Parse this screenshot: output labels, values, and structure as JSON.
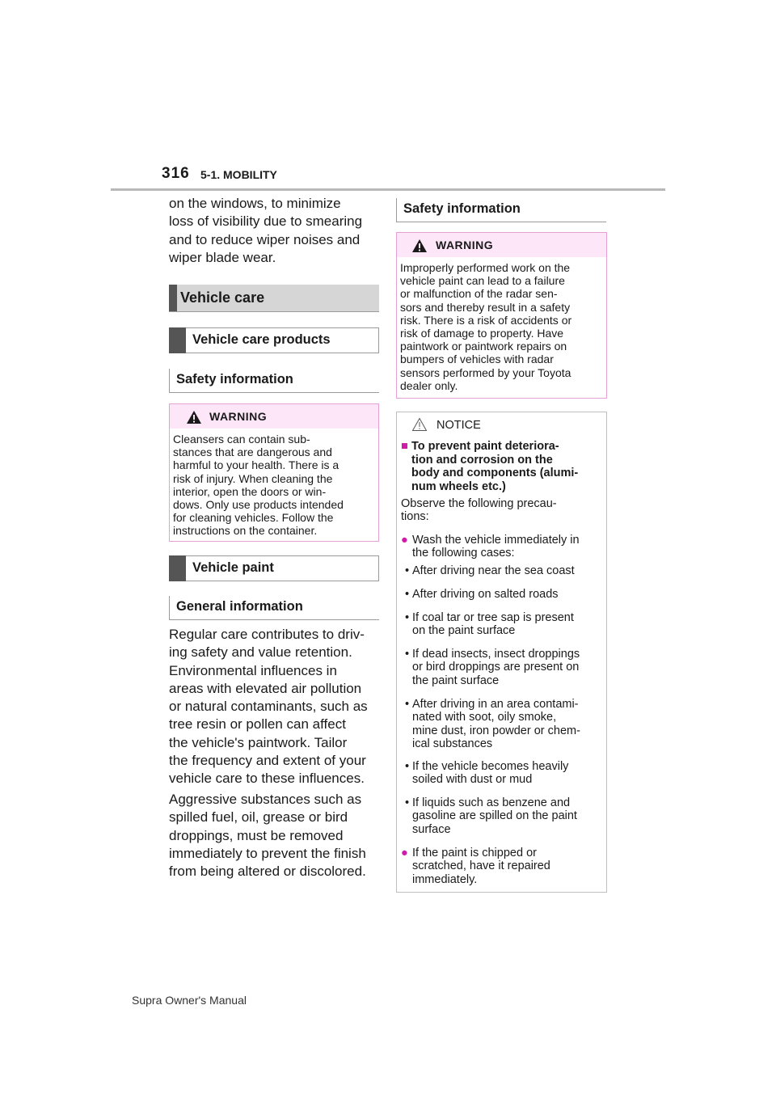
{
  "header": {
    "page_number": "316",
    "section": "5-1. MOBILITY"
  },
  "left": {
    "intro_lines": [
      "on the windows, to minimize",
      "loss of visibility due to smearing",
      "and to reduce wiper noises and",
      "wiper blade wear."
    ],
    "vehicle_care_heading": "Vehicle care",
    "products_heading": "Vehicle care products",
    "safety_heading": "Safety information",
    "warning": {
      "label": "WARNING",
      "lines": [
        "Cleansers can contain sub-",
        "stances that are dangerous and",
        "harmful to your health. There is a",
        "risk of injury. When cleaning the",
        "interior, open the doors or win-",
        "dows. Only use products intended",
        "for cleaning vehicles. Follow the",
        "instructions on the container."
      ]
    },
    "paint_heading": "Vehicle paint",
    "general_heading": "General information",
    "para1_lines": [
      "Regular care contributes to driv-",
      "ing safety and value retention.",
      "Environmental influences in",
      "areas with elevated air pollution",
      "or natural contaminants, such as",
      "tree resin or pollen can affect",
      "the vehicle's paintwork. Tailor",
      "the frequency and extent of your",
      "vehicle care to these influences."
    ],
    "para2_lines": [
      "Aggressive substances such as",
      "spilled fuel, oil, grease or bird",
      "droppings, must be removed",
      "immediately to prevent the finish",
      "from being altered or discolored."
    ]
  },
  "right": {
    "safety_heading": "Safety information",
    "warning": {
      "label": "WARNING",
      "lines": [
        "Improperly performed work on the",
        "vehicle paint can lead to a failure",
        "or malfunction of the radar sen-",
        "sors and thereby result in a safety",
        "risk. There is a risk of accidents or",
        "risk of damage to property. Have",
        "paintwork or paintwork repairs on",
        "bumpers of vehicles with radar",
        "sensors performed by your Toyota",
        "dealer only."
      ]
    },
    "notice": {
      "label": "NOTICE",
      "title_lines": [
        "To prevent paint deteriora-",
        "tion and corrosion on the",
        "body and components (alumi-",
        "num wheels etc.)"
      ],
      "observe_lines": [
        "Observe the following precau-",
        "tions:"
      ],
      "wash_lines": [
        "Wash the vehicle immediately in",
        "the following cases:"
      ],
      "b1": [
        "After driving near the sea coast"
      ],
      "b2": [
        "After driving on salted roads"
      ],
      "b3": [
        "If coal tar or tree sap is present",
        "on the paint surface"
      ],
      "b4": [
        "If dead insects, insect droppings",
        "or bird droppings are present on",
        "the paint surface"
      ],
      "b5": [
        "After driving in an area contami-",
        "nated with soot, oily smoke,",
        "mine dust, iron powder or chem-",
        "ical substances"
      ],
      "b6": [
        "If the vehicle becomes heavily",
        "soiled with dust or mud"
      ],
      "b7": [
        "If liquids such as benzene and",
        "gasoline are spilled on the paint",
        "surface"
      ],
      "chipped_lines": [
        "If the paint is chipped or",
        "scratched, have it repaired",
        "immediately."
      ]
    }
  },
  "footer": "Supra Owner's Manual",
  "colors": {
    "accent": "#cc1ca8",
    "warning_fill": "#fde6f8",
    "warning_border": "#e6a0d6",
    "bar": "#555555"
  }
}
